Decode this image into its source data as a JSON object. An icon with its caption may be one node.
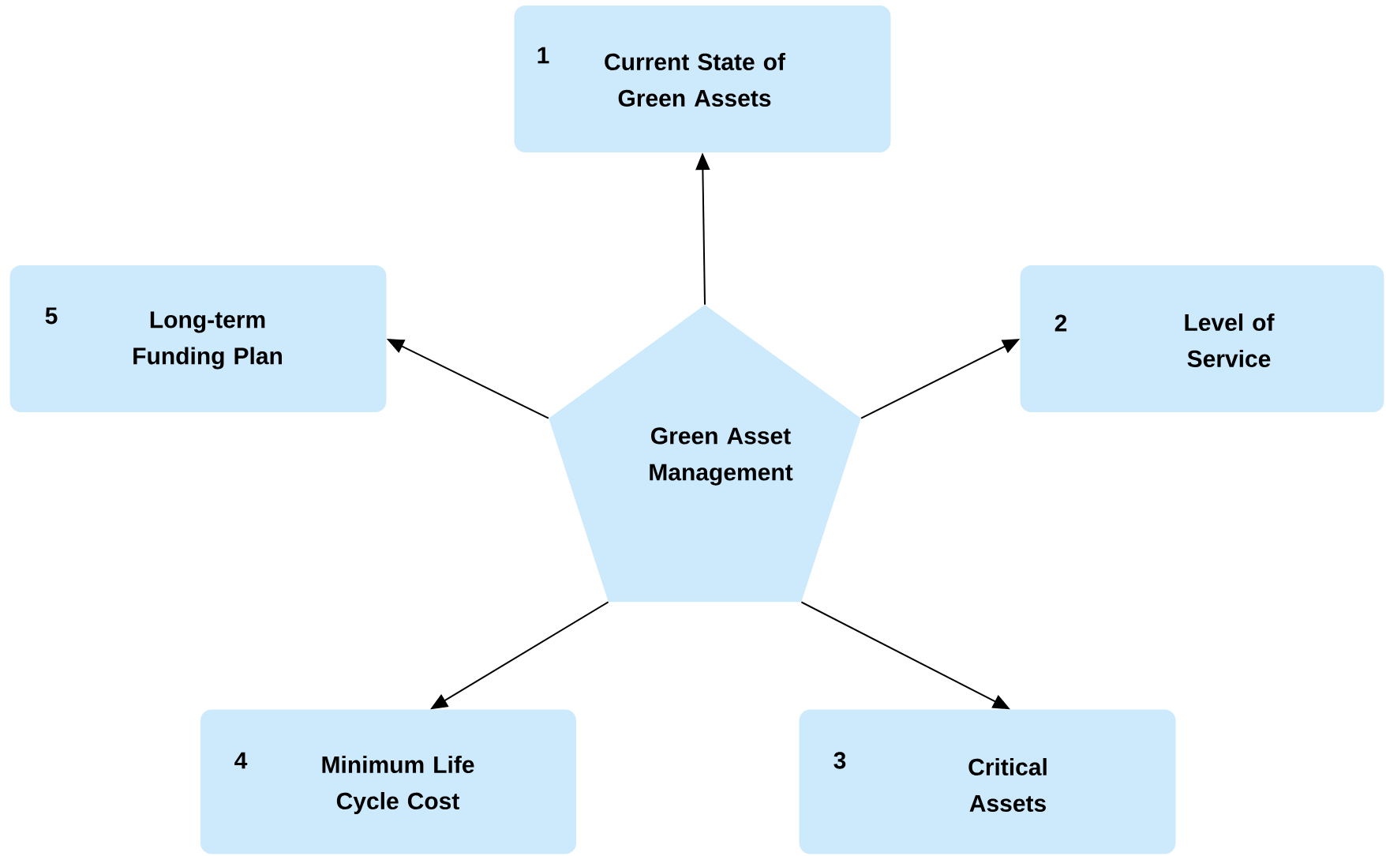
{
  "diagram": {
    "nodes": [
      {
        "text": [
          "1",
          "Current State of Green Assets"
        ]
      },
      {
        "text": [
          "5",
          "Long-term Funding Plan"
        ]
      },
      {
        "text": [
          "Green Asset Management"
        ]
      },
      {
        "text": [
          "2",
          "Level of Service"
        ]
      },
      {
        "text": [
          "4",
          "Minimum Life Cycle Cost"
        ]
      },
      {
        "text": [
          "3",
          "Critical Assets"
        ]
      }
    ],
    "edges": [
      {
        "from": 2,
        "to": 0,
        "arrow": "to"
      },
      {
        "from": 2,
        "to": 3,
        "arrow": "to"
      },
      {
        "from": 2,
        "to": 5,
        "arrow": "to"
      },
      {
        "from": 2,
        "to": 4,
        "arrow": "to"
      },
      {
        "from": 2,
        "to": 1,
        "arrow": "to"
      }
    ]
  }
}
